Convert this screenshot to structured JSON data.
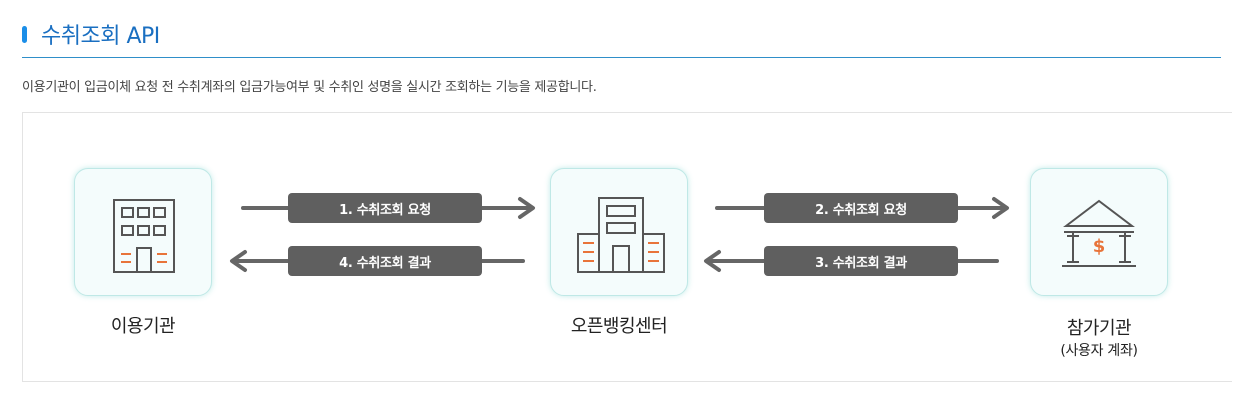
{
  "header": {
    "title": "수취조회 API",
    "description": "이용기관이 입금이체 요청 전 수취계좌의 입금가능여부 및 수취인 성명을 실시간 조회하는 기능을 제공합니다."
  },
  "diagram": {
    "nodes": [
      {
        "id": "user-org",
        "label": "이용기관",
        "icon": "office-building-icon"
      },
      {
        "id": "openbanking",
        "label": "오픈뱅킹센터",
        "icon": "center-building-icon"
      },
      {
        "id": "participant",
        "label": "참가기관",
        "sublabel": "(사용자 계좌)",
        "icon": "bank-icon"
      }
    ],
    "steps": [
      {
        "label": "1. 수취조회 요청",
        "direction": "right"
      },
      {
        "label": "4. 수취조회 결과",
        "direction": "left"
      },
      {
        "label": "2. 수취조회 요청",
        "direction": "right"
      },
      {
        "label": "3. 수취조회 결과",
        "direction": "left"
      }
    ]
  },
  "colors": {
    "accent": "#1b8ee8",
    "title": "#1a6fc1",
    "arrow": "#666666",
    "pill": "#5f5f5f",
    "icon_orange": "#e8743a",
    "icon_dark": "#555555"
  }
}
